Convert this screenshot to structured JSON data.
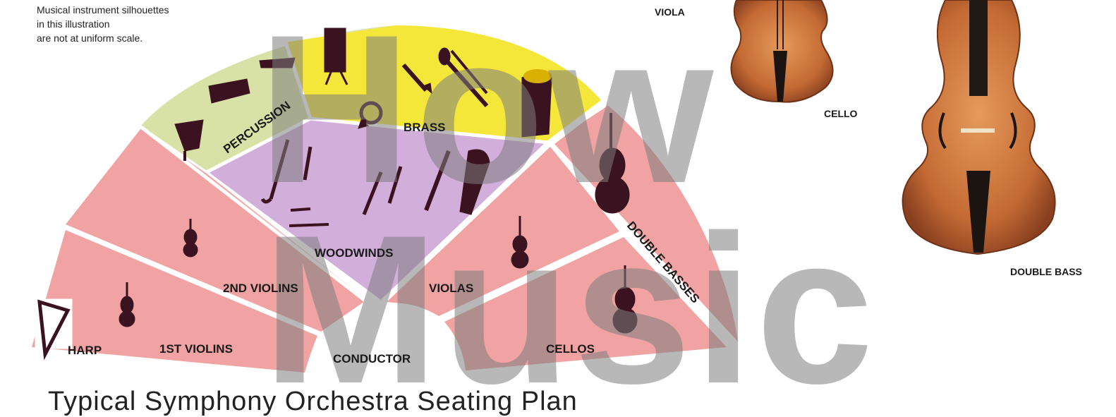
{
  "note": {
    "line1": "Musical instrument silhouettes",
    "line2": "in this illustration",
    "line3": "are not at uniform scale."
  },
  "watermark": {
    "line1": "How",
    "line2": "Music"
  },
  "sections": {
    "percussion": "PERCUSSION",
    "brass": "BRASS",
    "woodwinds": "WOODWINDS",
    "second_violins": "2ND VIOLINS",
    "first_violins": "1ST VIOLINS",
    "harp": "HARP",
    "violas": "VIOLAS",
    "cellos": "CELLOS",
    "double_basses": "DOUBLE BASSES",
    "conductor": "CONDUCTOR"
  },
  "instrument_labels": {
    "viola": "VIOLA",
    "cello": "CELLO",
    "double_bass": "DOUBLE BASS"
  },
  "caption": "Typical Symphony Orchestra Seating Plan",
  "colors": {
    "strings": "#f0a3a2",
    "woodwinds": "#d2aedb",
    "brass": "#f4e73a",
    "percussion": "#d8e2a6",
    "silhouette": "#3b1220",
    "wood": "#c96f3c"
  }
}
